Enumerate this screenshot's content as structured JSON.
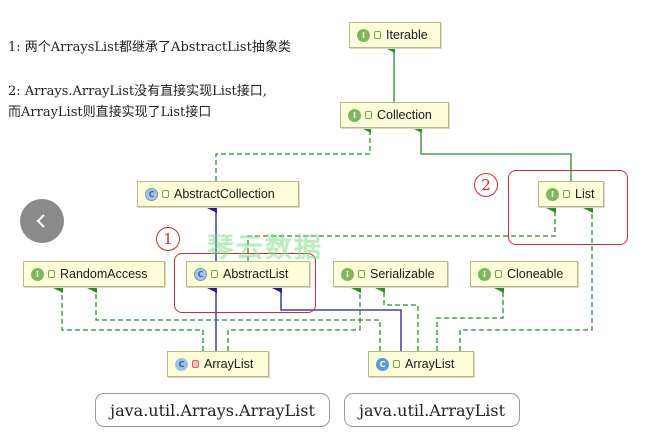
{
  "notes": {
    "line1": "1:  两个ArraysList都继承了AbstractList抽象类",
    "line2": "2:  Arrays.ArrayList没有直接实现List接口,",
    "line3": "    而ArrayList则直接实现了List接口"
  },
  "nodes": {
    "iterable": "Iterable",
    "collection": "Collection",
    "abstract_collection": "AbstractCollection",
    "list": "List",
    "random_access": "RandomAccess",
    "abstract_list": "AbstractList",
    "serializable": "Serializable",
    "cloneable": "Cloneable",
    "arrays_arraylist": "ArrayList",
    "util_arraylist": "ArrayList"
  },
  "badges": {
    "interface": "I",
    "class": "C"
  },
  "callouts": {
    "one": "1",
    "two": "2"
  },
  "packages": {
    "left": "java.util.Arrays.ArrayList",
    "right": "java.util.ArrayList"
  },
  "watermark": "琴云数据",
  "colors": {
    "implements_edge": "#2e8b2e",
    "extends_edge": "#1f1f8f",
    "highlight": "#d62828",
    "node_fill": "#fdfdd9"
  }
}
